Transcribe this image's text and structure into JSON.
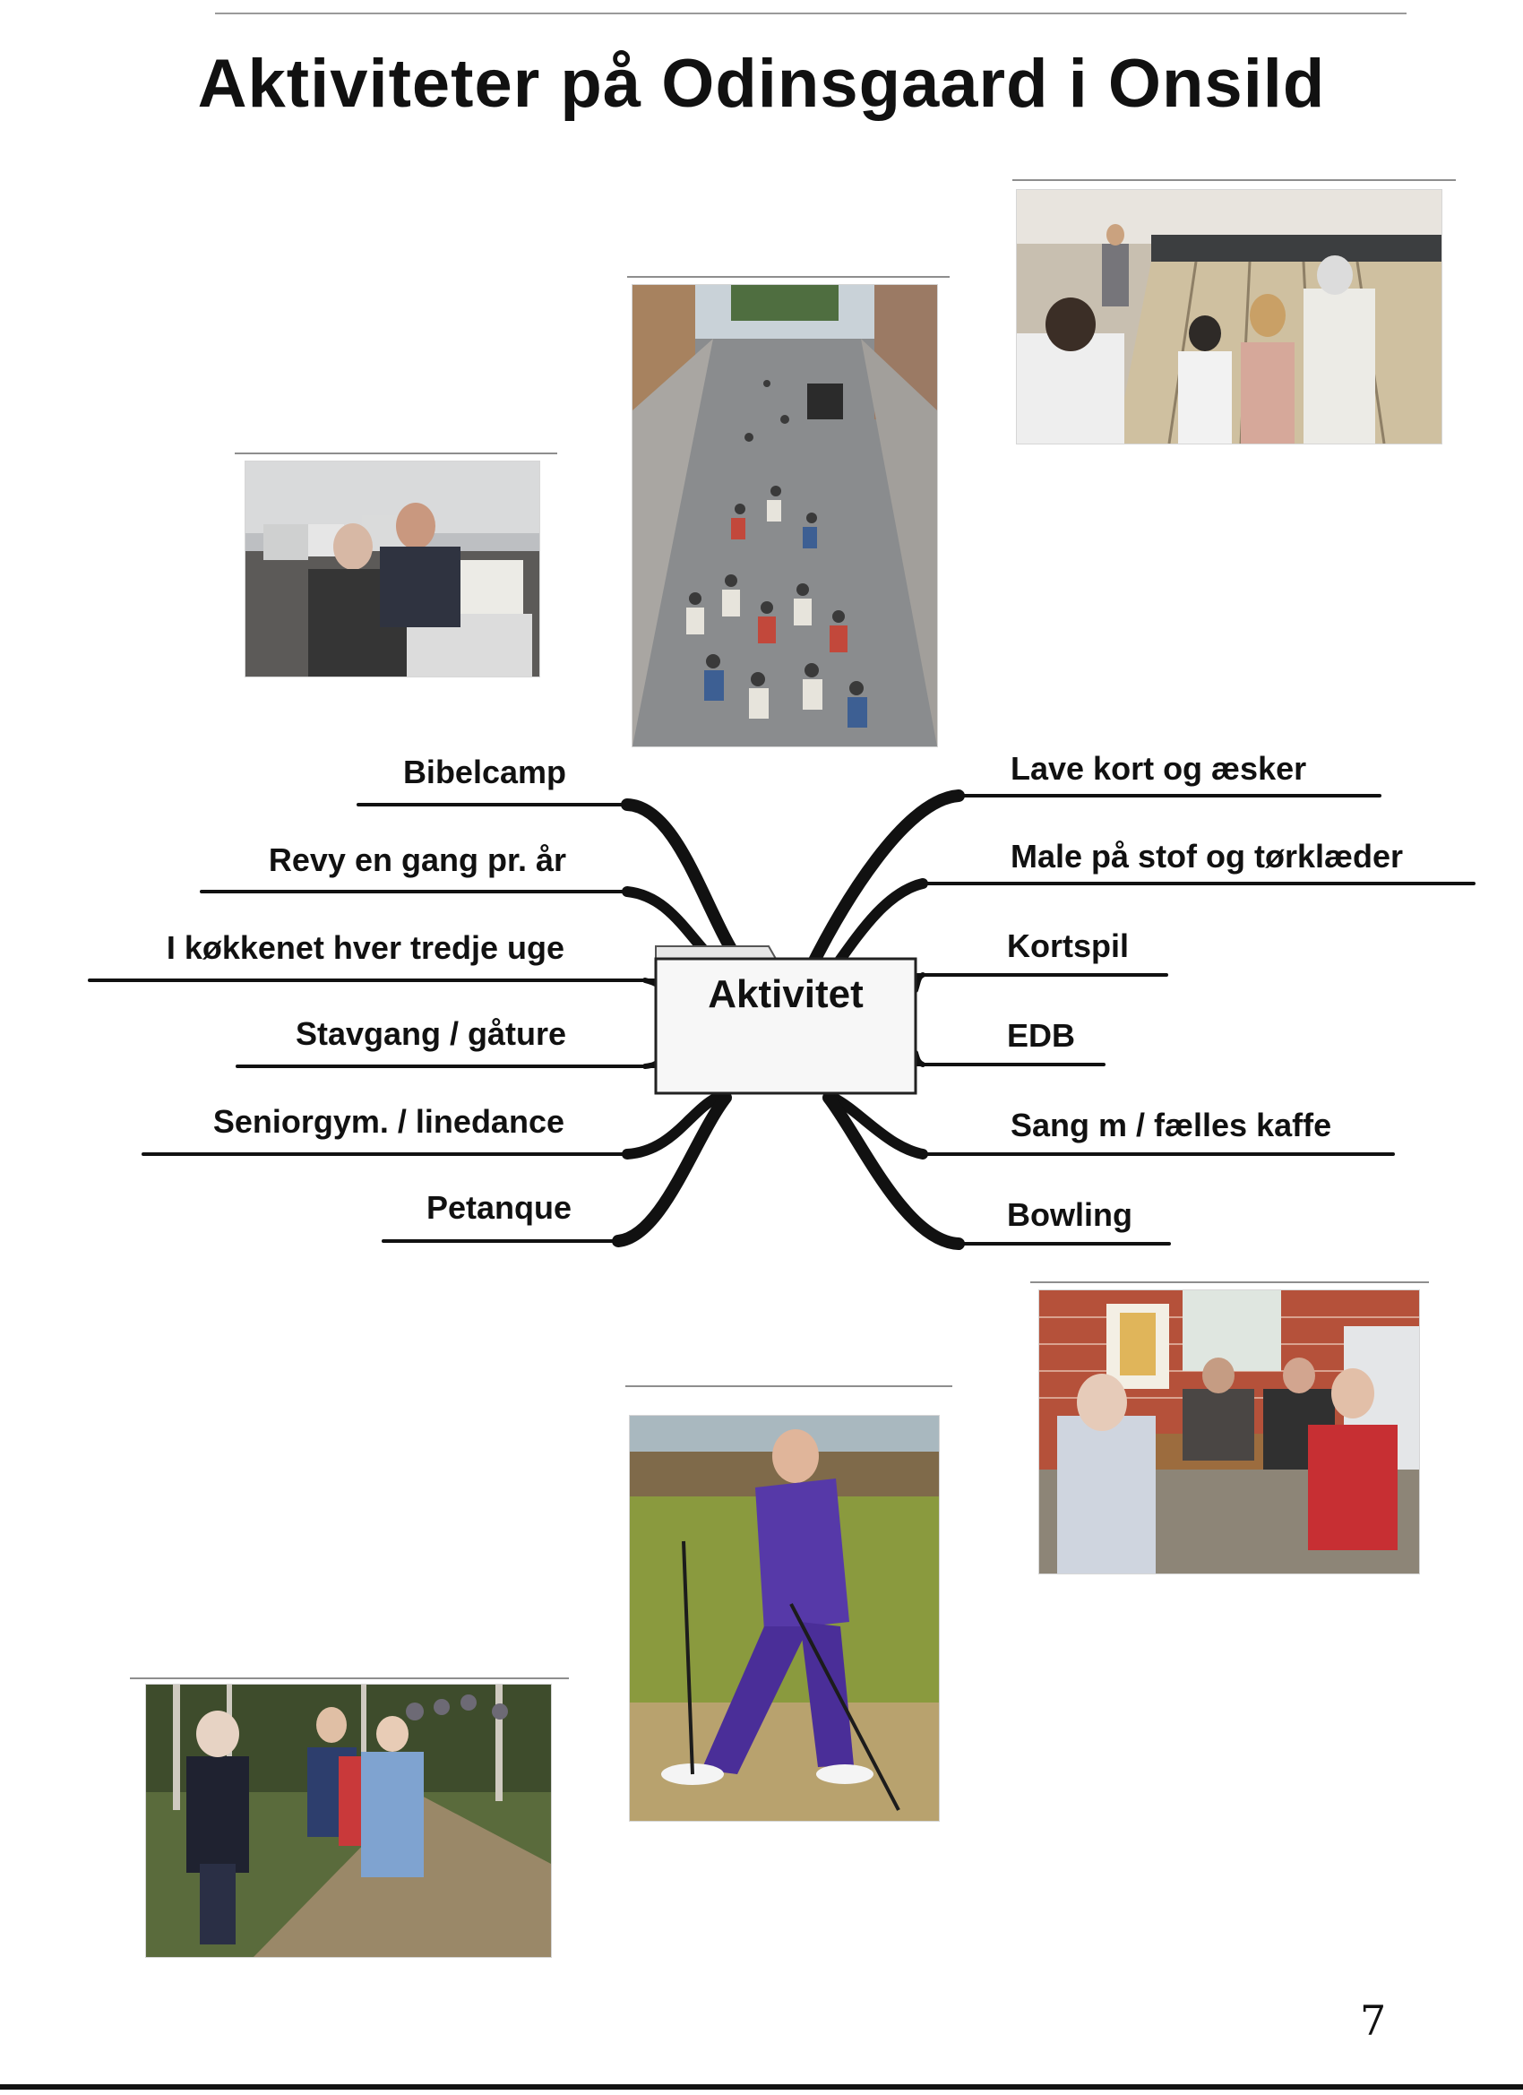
{
  "page": {
    "title": "Aktiviteter på Odinsgaard i Onsild",
    "page_number": "7"
  },
  "mindmap": {
    "center_label": "Aktivitet",
    "left_branches": [
      {
        "label": "Bibelcamp"
      },
      {
        "label": "Revy en gang pr. år"
      },
      {
        "label": "I køkkenet hver tredje uge"
      },
      {
        "label": "Stavgang / gåture"
      },
      {
        "label": "Seniorgym. / linedance"
      },
      {
        "label": "Petanque"
      }
    ],
    "right_branches": [
      {
        "label": "Lave kort og æsker"
      },
      {
        "label": "Male på stof og tørklæder"
      },
      {
        "label": "Kortspil"
      },
      {
        "label": "EDB"
      },
      {
        "label": "Sang m / fælles kaffe"
      },
      {
        "label": "Bowling"
      }
    ]
  },
  "colors": {
    "text": "#111111",
    "lines": "#111111",
    "box_fill": "#f7f7f7",
    "box_tab": "#e6e6e6"
  },
  "icons": {
    "photos": [
      "computer-photo",
      "cycling-photo",
      "bowling-photo",
      "card-game-photo",
      "walking-group-photo",
      "nordic-walker-photo"
    ]
  }
}
